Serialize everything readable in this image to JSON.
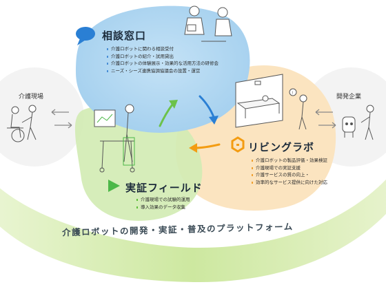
{
  "left_side": {
    "label": "介護現場"
  },
  "right_side": {
    "label": "開発企業"
  },
  "consultation": {
    "title": "相談窓口",
    "items": [
      "介護ロボットに関わる相談受付",
      "介護ロボットの紹介・試用貸出",
      "介護ロボットの体験展示・効果的な活用方法の研修会",
      "ニーズ・シーズ連携協調協議会の設置・運営"
    ]
  },
  "living_lab": {
    "title": "リビングラボ",
    "items": [
      "介護ロボットの製品評価・効果検証",
      "介護現場での実証支援",
      "介護サービスの質の向上・",
      "効率的なサービス提供に向けた対応"
    ]
  },
  "field": {
    "title": "実証フィールド",
    "items": [
      "介護現場での試験的運用",
      "導入効果のデータ収集"
    ]
  },
  "platform": {
    "label": "介護ロボットの開発・実証・普及のプラットフォーム"
  },
  "colors": {
    "blue": "#aed4ef",
    "orange": "#fbe2b8",
    "green": "#d2ecb4",
    "arc": "#cfe9a2",
    "accent_orange": "#f39c12",
    "accent_green": "#4cb848",
    "accent_blue": "#2a7fd4"
  },
  "icons": [
    "speech-bubble-icon",
    "hexagon-icon",
    "play-triangle-icon",
    "double-arrow-icon"
  ]
}
